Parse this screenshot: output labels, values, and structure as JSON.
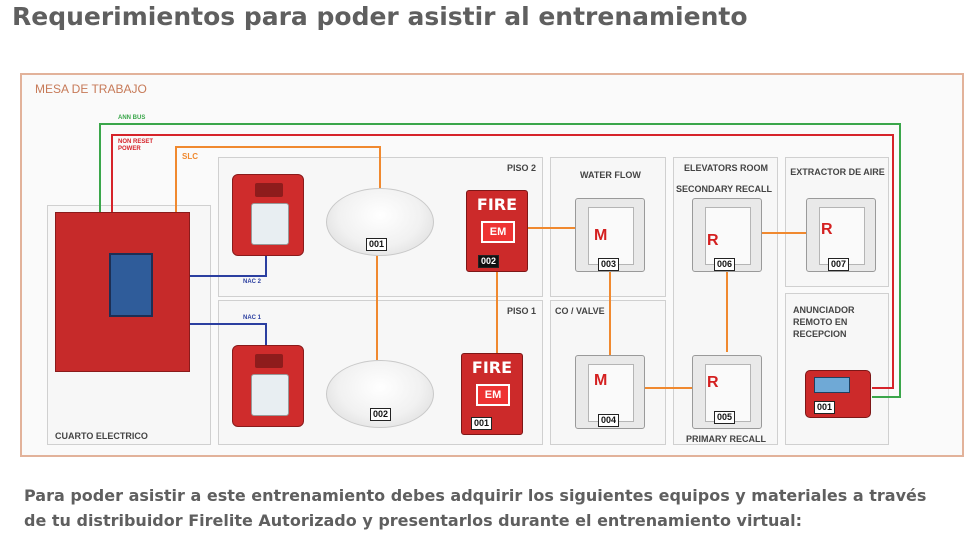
{
  "title": "Requerimientos para poder asistir al entrenamiento",
  "bench_label": "MESA DE TRABAJO",
  "rooms": {
    "electric": "CUARTO ELECTRICO",
    "floor2": "PISO 2",
    "floor1": "PISO 1",
    "water_flow": "WATER FLOW",
    "co_valve": "CO / VALVE",
    "elevators_room": "ELEVATORS ROOM",
    "secondary_recall": "SECONDARY RECALL",
    "primary_recall": "PRIMARY RECALL",
    "extractor": "EXTRACTOR DE AIRE",
    "annunciator": "ANUNCIADOR REMOTO EN RECEPCION"
  },
  "wires": {
    "ann_bus": "ANN BUS",
    "non_reset": "NON RESET POWER",
    "slc": "SLC",
    "nac2": "NAC 2",
    "nac1": "NAC 1"
  },
  "devices": {
    "smoke_top": "001",
    "smoke_bottom": "002",
    "pull_top": "002",
    "pull_bottom": "001",
    "pull_fire": "FIRE",
    "pull_em": "EM",
    "mod_003": "003",
    "mod_004": "004",
    "mod_005": "005",
    "mod_006": "006",
    "mod_007": "007",
    "letter_m": "M",
    "letter_r": "R",
    "annunciator_num": "001"
  },
  "footer": "Para poder asistir a este entrenamiento debes adquirir los siguientes equipos y materiales a través de tu distribuidor Firelite Autorizado y presentarlos durante el entrenamiento virtual:",
  "colors": {
    "ann_bus": "#3aa64a",
    "non_reset": "#d6232a",
    "slc": "#f0892f",
    "nac": "#2b3fa0"
  }
}
